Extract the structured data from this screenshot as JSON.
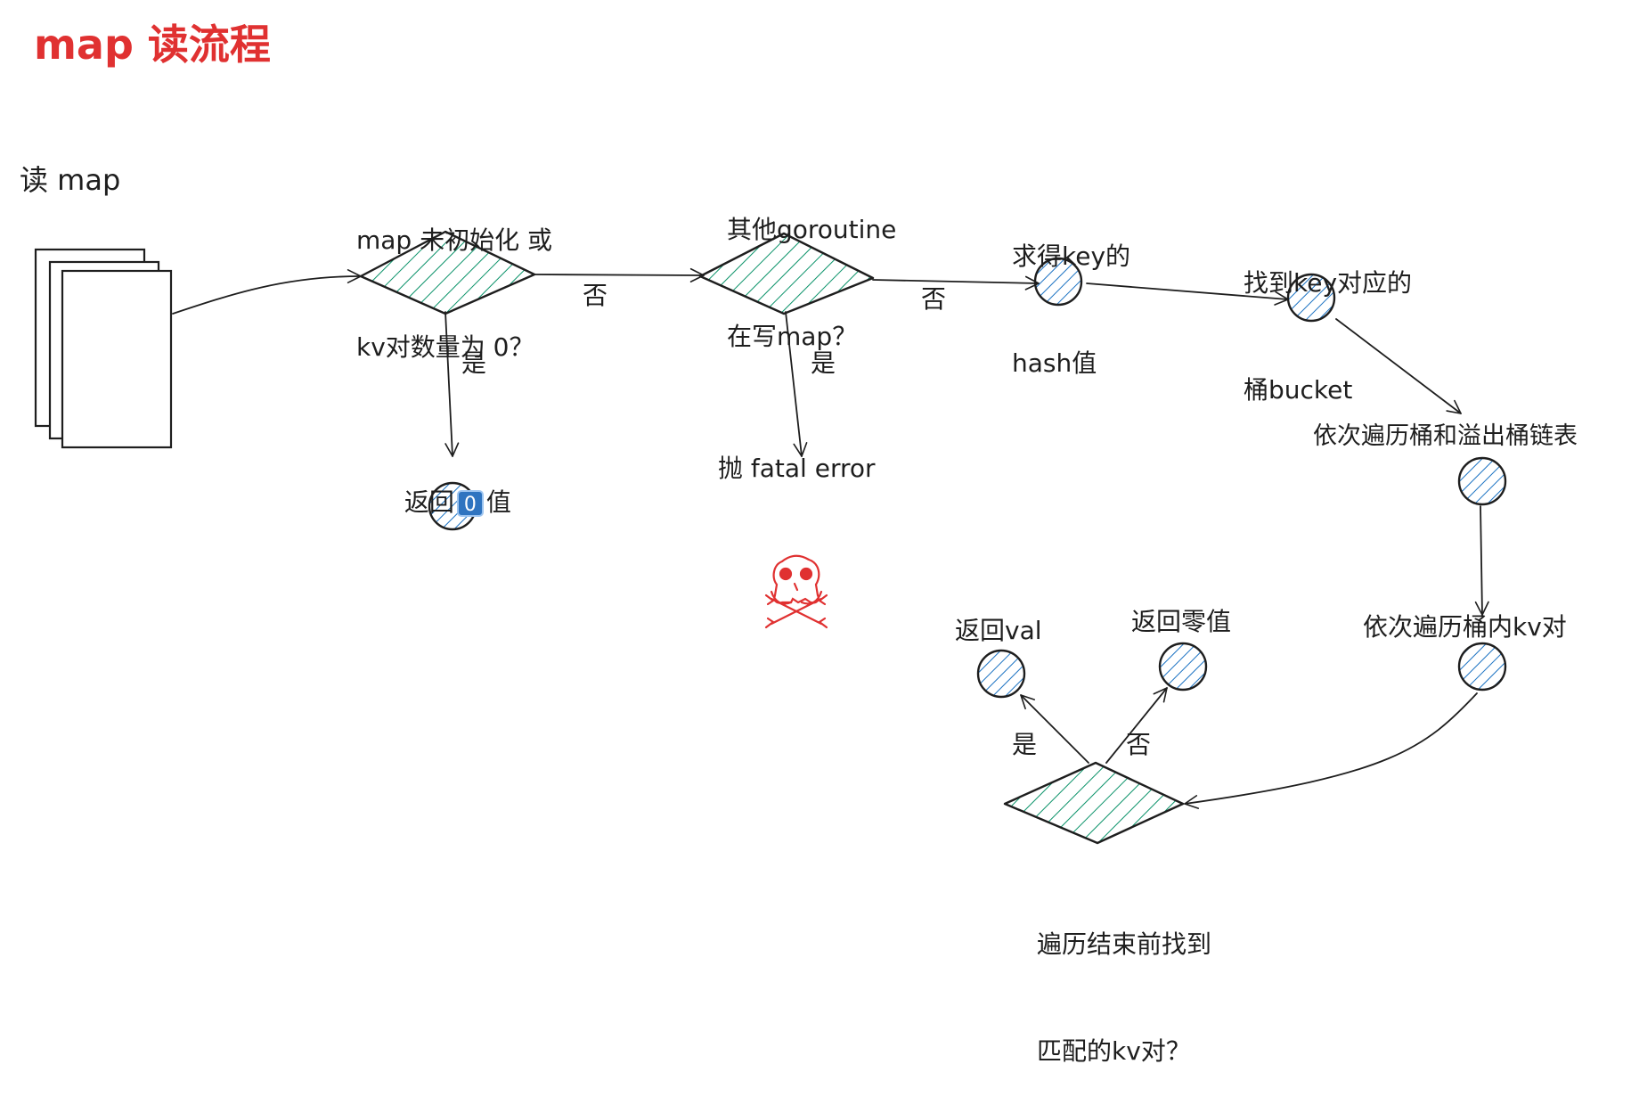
{
  "title": "map 读流程",
  "colors": {
    "title": "#e03131",
    "stroke": "#1e1e1e",
    "diamond_hatch": "#099268",
    "circle_hatch": "#1971c2",
    "skull": "#e03131"
  },
  "nodes": {
    "start": {
      "label": "读 map",
      "shape": "document-stack"
    },
    "check_init": {
      "label_lines": [
        "map 未初始化 或",
        "kv对数量为 0？"
      ],
      "shape": "diamond"
    },
    "return_zero": {
      "label_prefix": "返回",
      "badge": "0",
      "label_suffix": "值",
      "shape": "circle"
    },
    "check_write": {
      "label_lines": [
        "其他goroutine",
        "在写map？"
      ],
      "shape": "diamond"
    },
    "fatal": {
      "label": "抛 fatal error",
      "icon": "skull-crossbones-icon"
    },
    "hash": {
      "label_lines": [
        "求得key的",
        "hash值"
      ],
      "shape": "circle"
    },
    "bucket": {
      "label_lines": [
        "找到key对应的",
        "桶bucket"
      ],
      "shape": "circle"
    },
    "iterate_chain": {
      "label": "依次遍历桶和溢出桶链表",
      "shape": "circle"
    },
    "iterate_kv": {
      "label": "依次遍历桶内kv对",
      "shape": "circle"
    },
    "check_found": {
      "label_lines": [
        "遍历结束前找到",
        "匹配的kv对？"
      ],
      "shape": "diamond"
    },
    "return_val": {
      "label": "返回val",
      "shape": "circle"
    },
    "return_zero2": {
      "label": "返回零值",
      "shape": "circle"
    }
  },
  "edges": {
    "init_no": "否",
    "init_yes": "是",
    "write_no": "否",
    "write_yes": "是",
    "found_yes": "是",
    "found_no": "否"
  }
}
